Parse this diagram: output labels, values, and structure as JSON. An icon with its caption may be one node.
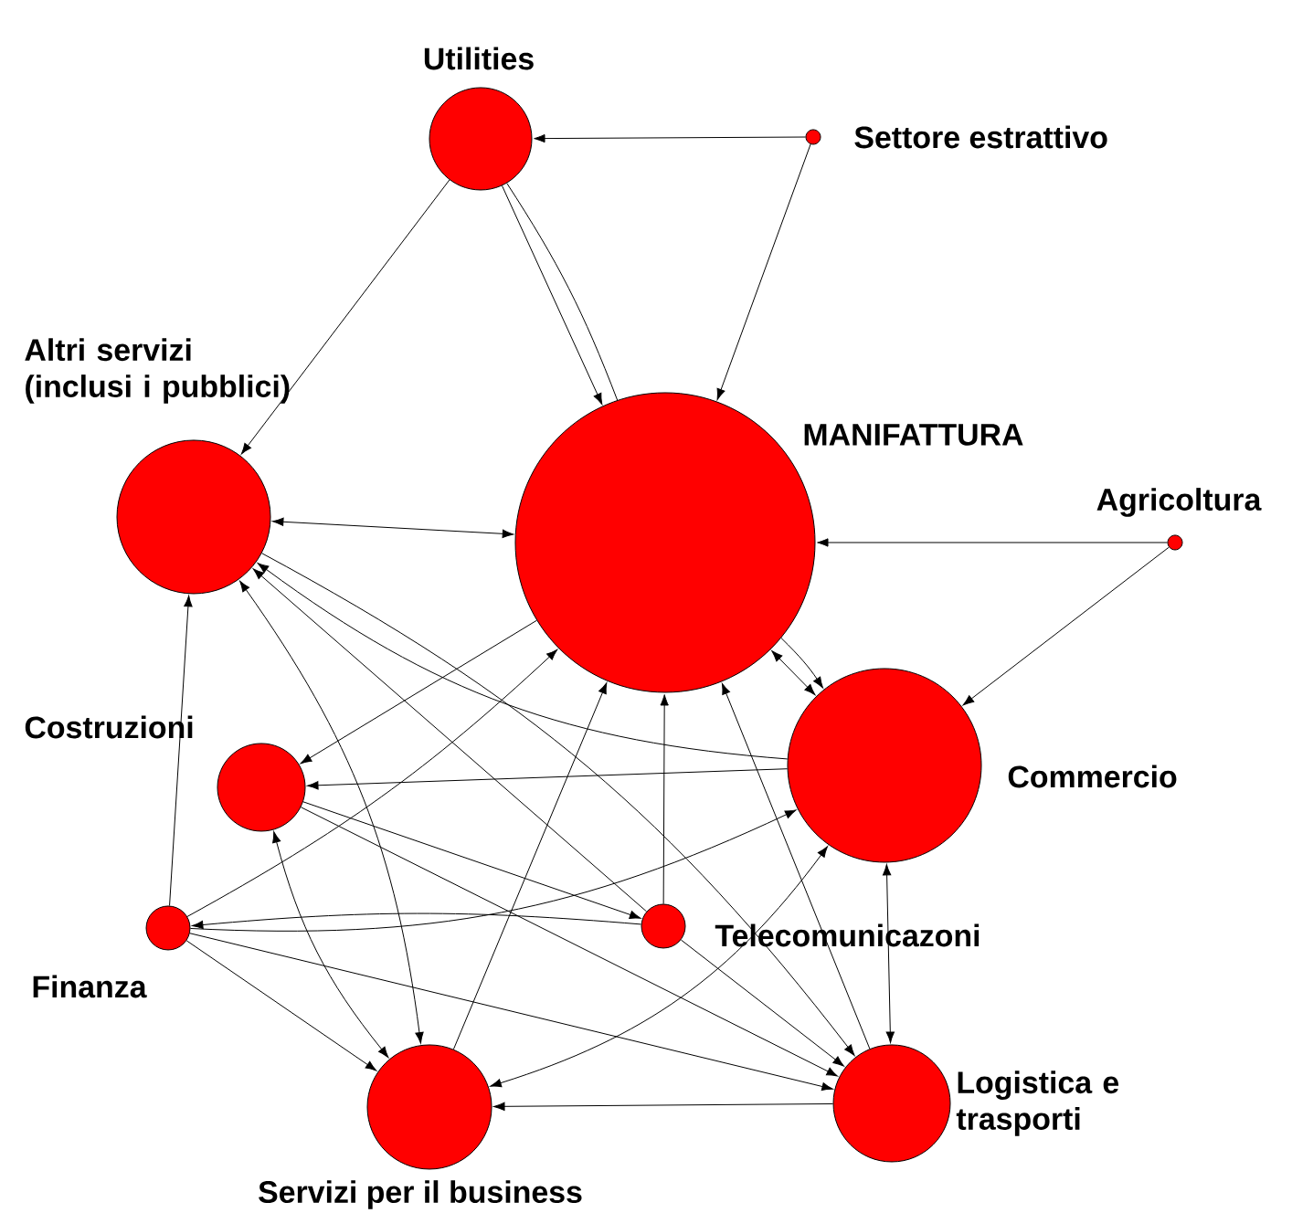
{
  "diagram": {
    "nodes": [
      {
        "text": [
          "Utilities"
        ]
      },
      {
        "text": [
          "Settore estrattivo"
        ]
      },
      {
        "text": [
          "Altri servizi (inclusi i pubblici)"
        ]
      },
      {
        "text": [
          "MANIFATTURA"
        ]
      },
      {
        "text": [
          "Agricoltura"
        ]
      },
      {
        "text": [
          "Costruzioni"
        ]
      },
      {
        "text": [
          "Commercio"
        ]
      },
      {
        "text": [
          "Finanza"
        ]
      },
      {
        "text": [
          "Telecomunicazoni"
        ]
      },
      {
        "text": [
          "Servizi per il business"
        ]
      },
      {
        "text": [
          "Logistica e trasporti"
        ]
      }
    ],
    "edges": [
      {
        "from": 1,
        "to": 0,
        "arrow": "to"
      },
      {
        "from": 1,
        "to": 3,
        "arrow": "to"
      },
      {
        "from": 0,
        "to": 2,
        "arrow": "to"
      },
      {
        "from": 0,
        "to": 3,
        "arrow": "to"
      },
      {
        "from": 0,
        "to": 3,
        "arrow": "none"
      },
      {
        "from": 4,
        "to": 3,
        "arrow": "to"
      },
      {
        "from": 4,
        "to": 6,
        "arrow": "to"
      },
      {
        "from": 2,
        "to": 3,
        "arrow": "both"
      },
      {
        "from": 6,
        "to": 2,
        "arrow": "to"
      },
      {
        "from": 8,
        "to": 2,
        "arrow": "to"
      },
      {
        "from": 7,
        "to": 2,
        "arrow": "to"
      },
      {
        "from": 2,
        "to": 9,
        "arrow": "both"
      },
      {
        "from": 5,
        "to": 9,
        "arrow": "both"
      },
      {
        "from": 3,
        "to": 5,
        "arrow": "to"
      },
      {
        "from": 7,
        "to": 3,
        "arrow": "to"
      },
      {
        "from": 6,
        "to": 5,
        "arrow": "to"
      },
      {
        "from": 7,
        "to": 6,
        "arrow": "to"
      },
      {
        "from": 8,
        "to": 7,
        "arrow": "to"
      },
      {
        "from": 5,
        "to": 8,
        "arrow": "to"
      },
      {
        "from": 5,
        "to": 10,
        "arrow": "to"
      },
      {
        "from": 7,
        "to": 10,
        "arrow": "to"
      },
      {
        "from": 7,
        "to": 9,
        "arrow": "to"
      },
      {
        "from": 9,
        "to": 6,
        "arrow": "both"
      },
      {
        "from": 8,
        "to": 3,
        "arrow": "to"
      },
      {
        "from": 9,
        "to": 3,
        "arrow": "to"
      },
      {
        "from": 10,
        "to": 3,
        "arrow": "to"
      },
      {
        "from": 3,
        "to": 6,
        "arrow": "both"
      },
      {
        "from": 3,
        "to": 6,
        "arrow": "to"
      },
      {
        "from": 10,
        "to": 9,
        "arrow": "to"
      },
      {
        "from": 6,
        "to": 10,
        "arrow": "both"
      },
      {
        "from": 8,
        "to": 10,
        "arrow": "to"
      },
      {
        "from": 2,
        "to": 10,
        "arrow": "to"
      }
    ]
  }
}
